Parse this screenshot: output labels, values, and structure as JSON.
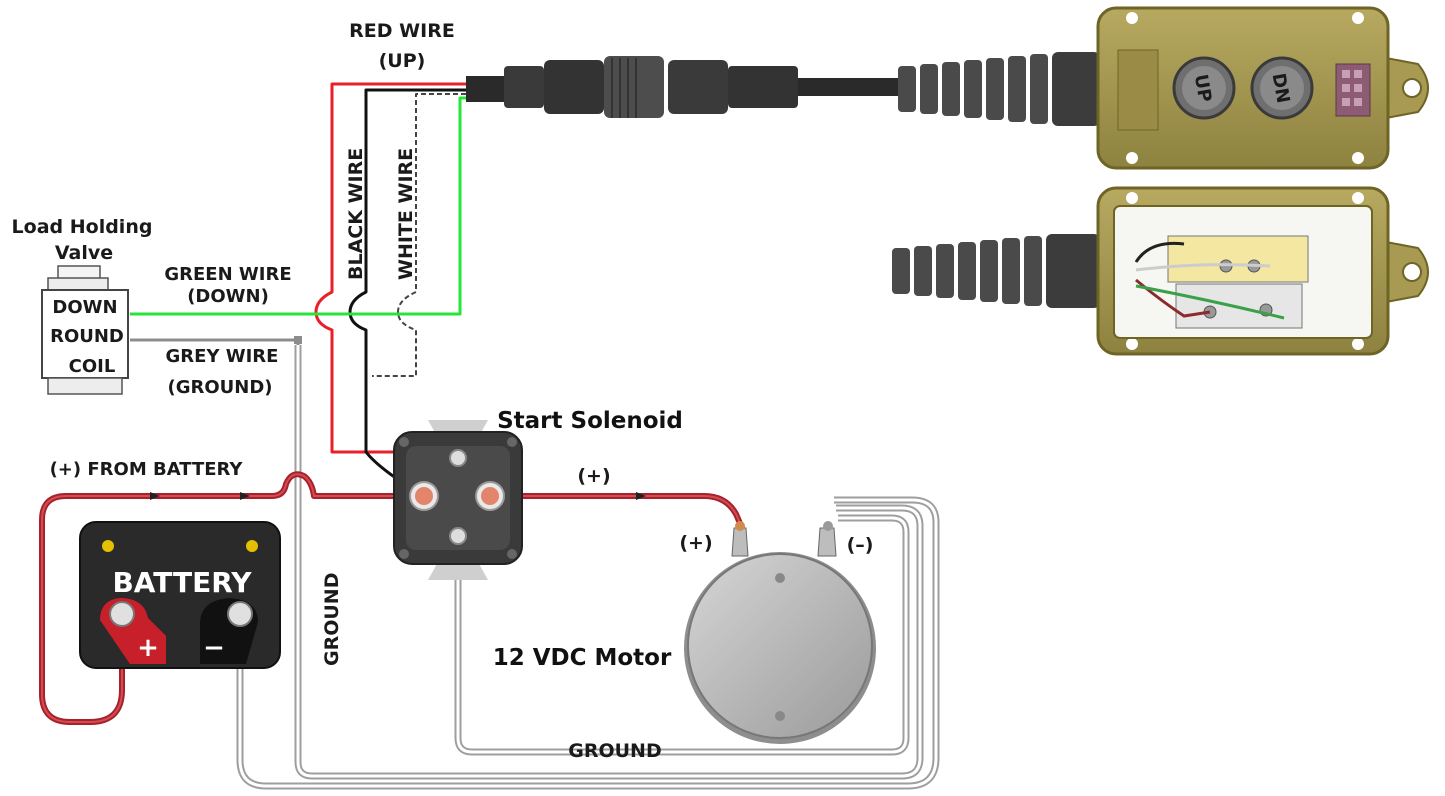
{
  "labels": {
    "red_wire": "RED WIRE",
    "red_wire_sub": "(UP)",
    "black_wire": "BLACK WIRE",
    "white_wire": "WHITE WIRE",
    "green_wire": "GREEN WIRE",
    "green_wire_sub": "(DOWN)",
    "grey_wire": "GREY WIRE",
    "grey_wire_sub": "(GROUND)",
    "valve_title_1": "Load Holding",
    "valve_title_2": "Valve",
    "valve_down": "DOWN",
    "valve_round": "ROUND",
    "valve_coil": "COIL",
    "from_battery": "(+) FROM BATTERY",
    "battery": "BATTERY",
    "battery_plus": "+",
    "battery_minus": "−",
    "solenoid": "Start Solenoid",
    "solenoid_plus": "(+)",
    "motor": "12 VDC Motor",
    "motor_plus": "(+)",
    "motor_minus": "(–)",
    "ground_vertical": "GROUND",
    "ground_bottom": "GROUND"
  },
  "pendant": {
    "up_button": "UP",
    "dn_button": "DN"
  },
  "colors": {
    "red_wire": "#e8202a",
    "black_wire": "#111111",
    "green_wire": "#27e43a",
    "grey_wire": "#8c8c8c",
    "power_cable": "#a5222c",
    "ground_cable": "#a0a0a0",
    "pendant_body": "#a89a52",
    "battery_body": "#2a2a2a"
  }
}
